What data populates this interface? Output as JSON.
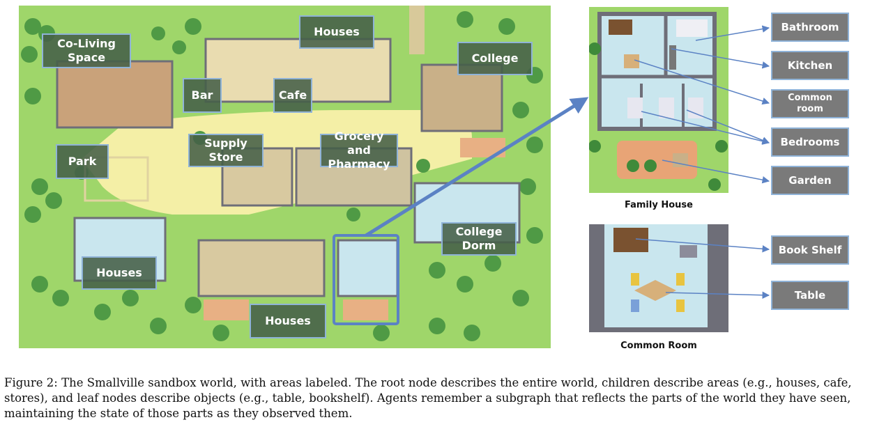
{
  "map_labels": {
    "coliving": "Co-Living Space",
    "houses_top": "Houses",
    "college": "College",
    "bar": "Bar",
    "cafe": "Cafe",
    "park": "Park",
    "supply": "Supply Store",
    "grocery": "Grocery and Pharmacy",
    "houses_left": "Houses",
    "college_dorm": "College Dorm",
    "houses_bottom": "Houses"
  },
  "family_house": {
    "title": "Family House"
  },
  "common_room": {
    "title": "Common Room"
  },
  "leaf_labels": {
    "bathroom": "Bathroom",
    "kitchen": "Kitchen",
    "common_room": "Common room",
    "bedrooms": "Bedrooms",
    "garden": "Garden",
    "book_shelf": "Book Shelf",
    "table": "Table"
  },
  "caption": {
    "prefix": "Figure 2:",
    "text": "The Smallville sandbox world, with areas labeled. The root node describes the entire world, children describe areas (e.g., houses, cafe, stores), and leaf nodes describe objects (e.g., table, bookshelf). Agents remember a subgraph that reflects the parts of the world they have seen, maintaining the state of those parts as they observed them."
  },
  "colors": {
    "grass": "#9fd66a",
    "path": "#f4efa6",
    "floor": "#c9e6ee",
    "wall": "#6e6e78",
    "arrow": "#5b82c4",
    "label_bg": "#466048",
    "leaf_bg": "#7a7a7a"
  }
}
